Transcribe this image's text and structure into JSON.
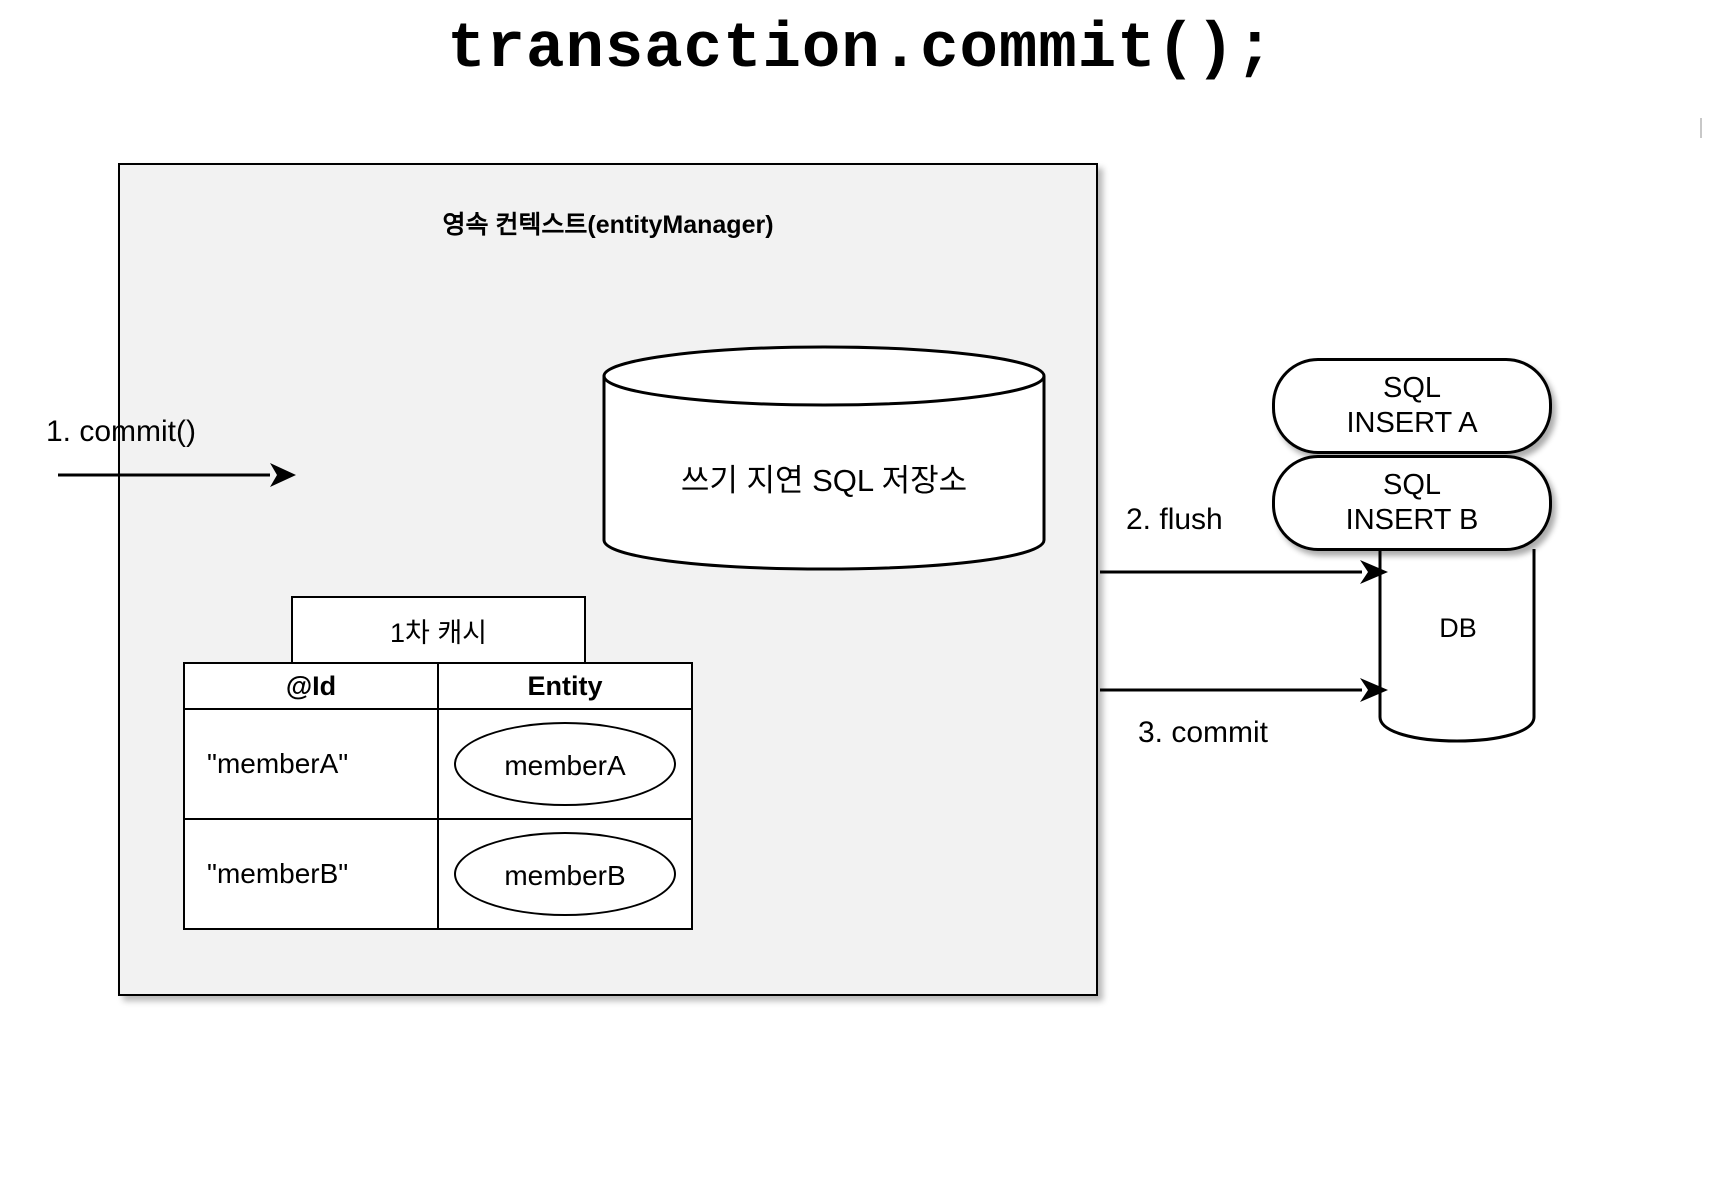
{
  "diagram": {
    "title": "transaction.commit();",
    "persistence_context": {
      "label": "영속 컨텍스트(entityManager)",
      "background_color": "#f2f2f2",
      "border_color": "#000000"
    },
    "write_behind_store": {
      "label": "쓰기 지연 SQL 저장소",
      "shape": "cylinder"
    },
    "first_level_cache": {
      "caption": "1차 캐시",
      "columns": [
        "@Id",
        "Entity"
      ],
      "rows": [
        {
          "id": "\"memberA\"",
          "entity": "memberA"
        },
        {
          "id": "\"memberB\"",
          "entity": "memberB"
        }
      ]
    },
    "sql_queue": [
      {
        "line1": "SQL",
        "line2": "INSERT A"
      },
      {
        "line1": "SQL",
        "line2": "INSERT B"
      }
    ],
    "database": {
      "label": "DB",
      "shape": "cylinder"
    },
    "arrows": [
      {
        "label": "1. commit()",
        "direction": "right",
        "from": "caller",
        "to": "persistence-context"
      },
      {
        "label": "2. flush",
        "direction": "right",
        "from": "persistence-context",
        "to": "database"
      },
      {
        "label": "3. commit",
        "direction": "right",
        "from": "persistence-context",
        "to": "database"
      }
    ]
  }
}
